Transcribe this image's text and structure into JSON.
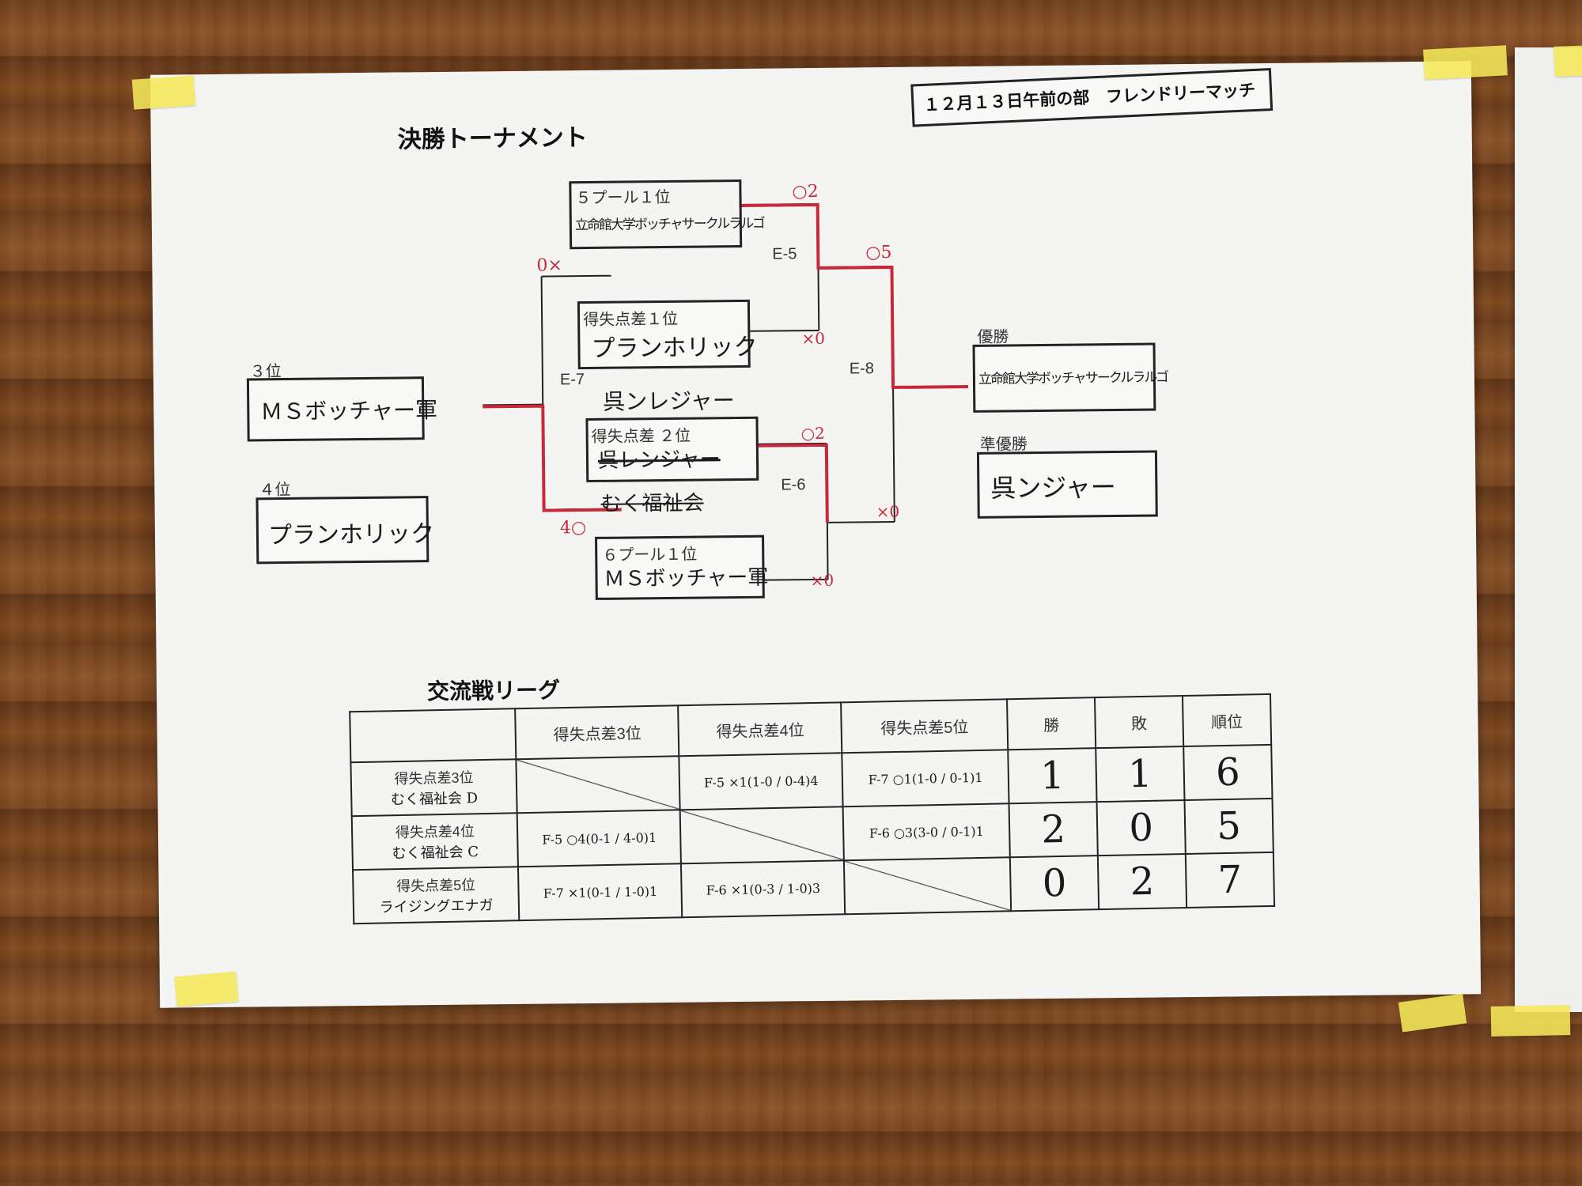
{
  "header": {
    "session": "１２月１３日午前の部　フレンドリーマッチ",
    "bracket_title": "決勝トーナメント",
    "league_title": "交流戦リーグ"
  },
  "bracket": {
    "slots": {
      "pool5": {
        "label": "５プール１位",
        "team": "立命館大学ボッチャサークルラルゴ"
      },
      "gd1": {
        "label": "得失点差１位",
        "team": "プランホリック"
      },
      "gd2": {
        "label": "得失点差 ２位",
        "team_struck": "呉レンジャー",
        "team_above": "呉ンレジャー",
        "team_below": "むく福祉会"
      },
      "pool6": {
        "label": "６プール１位",
        "team": "ＭＳボッチャー軍"
      },
      "third": {
        "label": "３位",
        "team": "ＭＳボッチャー軍"
      },
      "fourth": {
        "label": "４位",
        "team": "プランホリック"
      },
      "winner": {
        "label": "優勝",
        "team": "立命館大学ボッチャサークルラルゴ"
      },
      "runner_up": {
        "label": "準優勝",
        "team": "呉ンジャー"
      }
    },
    "matches": {
      "e5": "E-5",
      "e6": "E-6",
      "e7": "E-7",
      "e8": "E-8"
    },
    "scores": {
      "e5_top": "○2",
      "e5_bottom": "×0",
      "e6_top": "○2",
      "e6_bottom": "×0",
      "e8_top": "○5",
      "e8_bottom": "×0",
      "e7_top": "0×",
      "e7_bottom": "4○"
    }
  },
  "league": {
    "columns": [
      "",
      "得失点差3位",
      "得失点差4位",
      "得失点差5位",
      "勝",
      "敗",
      "順位"
    ],
    "rows": [
      {
        "label": "得失点差3位",
        "team": "むく福祉会 D",
        "cells": [
          "",
          "F-5 ×1(1-0 / 0-4)4",
          "F-7 ○1(1-0 / 0-1)1"
        ],
        "wins": "1",
        "losses": "1",
        "rank": "6"
      },
      {
        "label": "得失点差4位",
        "team": "むく福祉会 C",
        "cells": [
          "F-5 ○4(0-1 / 4-0)1",
          "",
          "F-6 ○3(3-0 / 0-1)1"
        ],
        "wins": "2",
        "losses": "0",
        "rank": "5"
      },
      {
        "label": "得失点差5位",
        "team": "ライジングエナガ",
        "cells": [
          "F-7 ×1(0-1 / 1-0)1",
          "F-6 ×1(0-3 / 1-0)3",
          ""
        ],
        "wins": "0",
        "losses": "2",
        "rank": "7"
      }
    ]
  },
  "colors": {
    "paper": "#f4f4f2",
    "ink": "#222222",
    "red_marker": "#c8283a",
    "tape": "#f5e85a"
  }
}
